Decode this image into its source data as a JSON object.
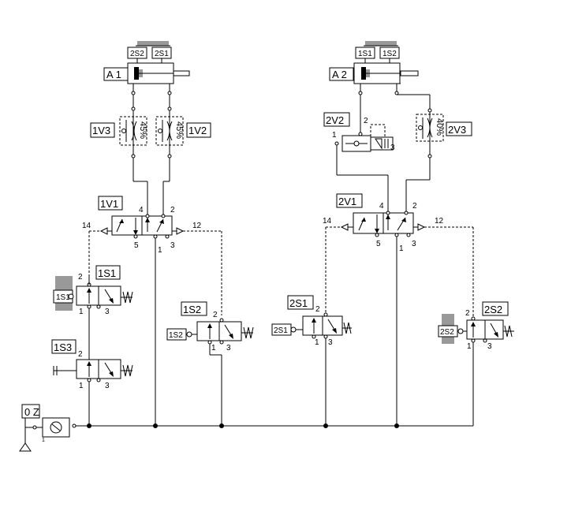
{
  "labels": {
    "a1": "A 1",
    "a2": "A 2",
    "s_2s2_top": "2S2",
    "s_2s1_top": "2S1",
    "s_1s1_top": "1S1",
    "s_1s2_top": "1S2",
    "v_1v3": "1V3",
    "v_1v2": "1V2",
    "v_2v2": "2V2",
    "v_2v3": "2V3",
    "v_1v1": "1V1",
    "v_2v1": "2V1",
    "v_1s1": "1S1",
    "v_1s2": "1S2",
    "v_1s3": "1S3",
    "v_2s1": "2S1",
    "v_2s2": "2S2",
    "act_1s1": "1S1",
    "act_1s2": "1S2",
    "act_2s1": "2S1",
    "act_2s2": "2S2",
    "supply": "0 Z"
  },
  "percents": {
    "v_1v3": "45%",
    "v_1v2": "45%",
    "v_2v3": "40%"
  },
  "ports": {
    "p1": "1",
    "p2": "2",
    "p3": "3",
    "p4": "4",
    "p5": "5",
    "p12": "12",
    "p14": "14"
  }
}
